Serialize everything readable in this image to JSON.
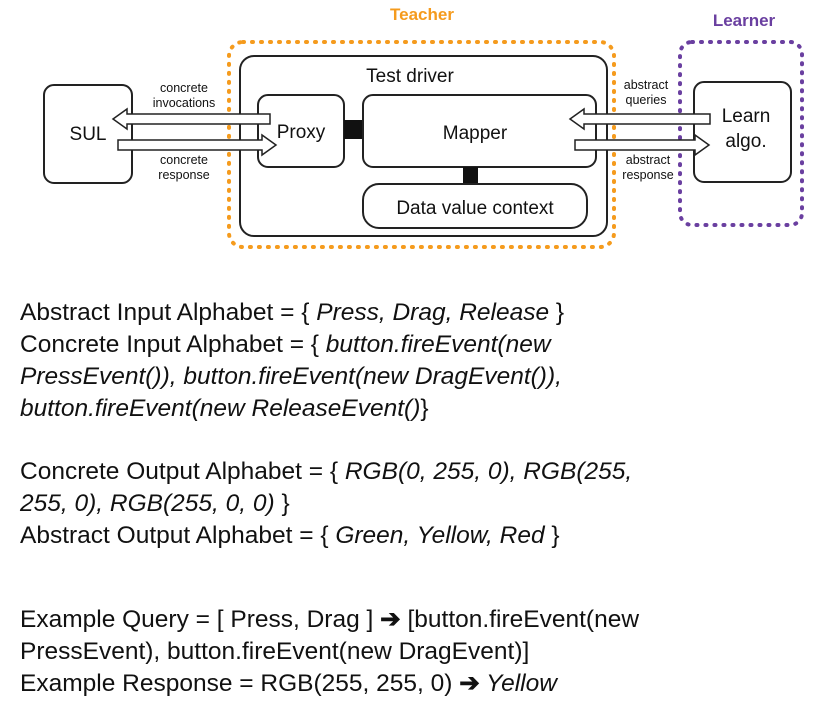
{
  "diagram": {
    "teacher_label": "Teacher",
    "learner_label": "Learner",
    "test_driver_label": "Test driver",
    "sul_label": "SUL",
    "proxy_label": "Proxy",
    "mapper_label": "Mapper",
    "data_value_context_label": "Data value context",
    "learn_algo_line1": "Learn",
    "learn_algo_line2": "algo.",
    "concrete_invocations_line1": "concrete",
    "concrete_invocations_line2": "invocations",
    "concrete_response_line1": "concrete",
    "concrete_response_line2": "response",
    "abstract_queries_line1": "abstract",
    "abstract_queries_line2": "queries",
    "abstract_response_line1": "abstract",
    "abstract_response_line2": "response",
    "colors": {
      "teacher": "#f59b1d",
      "learner": "#6a3fa0",
      "stroke": "#222222"
    }
  },
  "text": {
    "abstract_input": {
      "prefix": "Abstract Input Alphabet = { ",
      "values": "Press, Drag, Release",
      "suffix": " }"
    },
    "concrete_input": {
      "prefix": "Concrete Input Alphabet = { ",
      "line1_values": "button.fireEvent(new",
      "line2_values": "PressEvent()), button.fireEvent(new DragEvent()),",
      "line3_values": "button.fireEvent(new  ReleaseEvent()",
      "suffix": "}"
    },
    "concrete_output": {
      "prefix": "Concrete Output Alphabet = { ",
      "line1_values": "RGB(0, 255, 0), RGB(255,",
      "line2_values": "255, 0), RGB(255, 0, 0)",
      "suffix": " }"
    },
    "abstract_output": {
      "prefix": "Abstract Output Alphabet = { ",
      "values": "Green, Yellow, Red",
      "suffix": " }"
    },
    "example_query": {
      "prefix": "Example Query  = [ Press, Drag ] ",
      "arrow": "➔",
      "rest_line1": " [button.fireEvent(new",
      "rest_line2": "PressEvent), button.fireEvent(new DragEvent)]"
    },
    "example_response": {
      "prefix": "Example Response = RGB(255, 255, 0) ",
      "arrow": "➔",
      "value": " Yellow"
    }
  }
}
